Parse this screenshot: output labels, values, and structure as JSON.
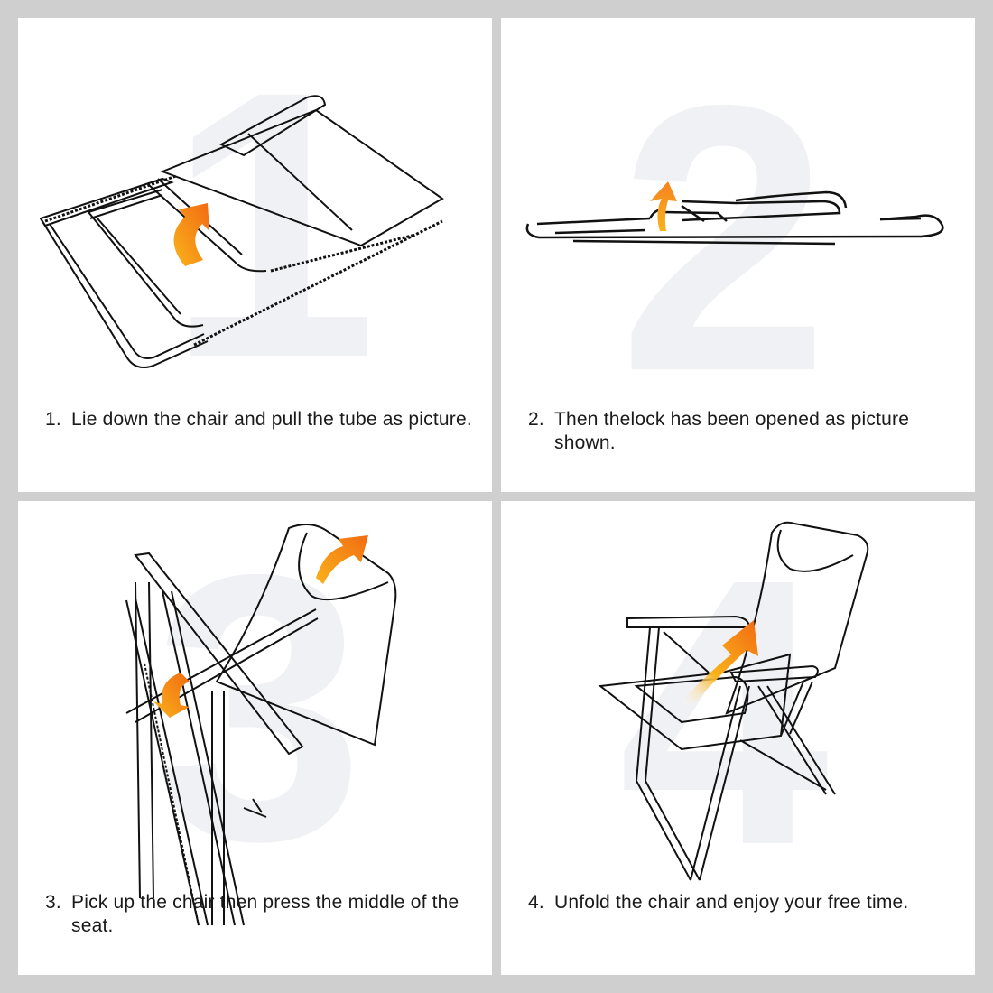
{
  "steps": [
    {
      "number": "1",
      "label": "1.",
      "text": "Lie down the chair and pull the tube as picture.",
      "background_numeral": "1"
    },
    {
      "number": "2",
      "label": "2.",
      "text": "Then thelock has been opened as picture shown.",
      "background_numeral": "2"
    },
    {
      "number": "3",
      "label": "3.",
      "text": "Pick up the chair then press the middle of the seat.",
      "background_numeral": "3"
    },
    {
      "number": "4",
      "label": "4.",
      "text": "Unfold the chair and enjoy your free time.",
      "background_numeral": "4"
    }
  ],
  "colors": {
    "background": "#cfcfcf",
    "panel": "#ffffff",
    "numeral": "#f0f1f4",
    "arrow_orange": "#f58220",
    "arrow_yellow": "#f9b31b",
    "line_art": "#111111",
    "text": "#1a1a1a"
  },
  "icons": [
    "curved-arrow-icon",
    "up-arrow-icon"
  ]
}
